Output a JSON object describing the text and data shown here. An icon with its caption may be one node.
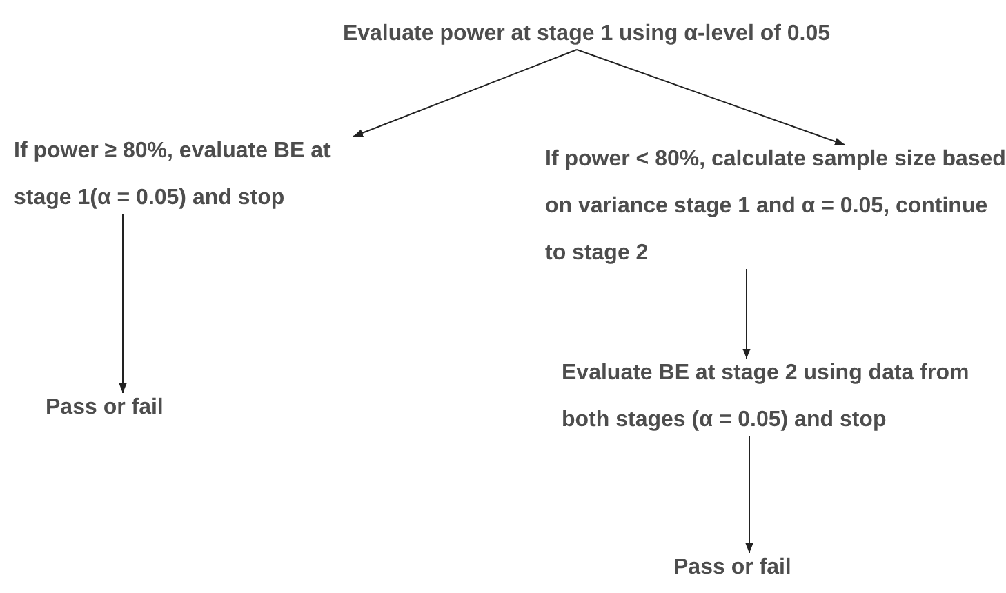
{
  "diagram": {
    "nodes": [
      {
        "text": [
          "Evaluate power at stage 1 using α-level of 0.05"
        ]
      },
      {
        "text": [
          "If power ≥ 80%, evaluate BE at stage 1(α = 0.05) and stop"
        ]
      },
      {
        "text": [
          "If power < 80%, calculate sample size based on variance stage 1 and α = 0.05, continue to stage 2"
        ]
      },
      {
        "text": [
          "Pass or fail"
        ]
      },
      {
        "text": [
          "Evaluate BE at stage 2 using data from both stages (α = 0.05) and stop"
        ]
      },
      {
        "text": [
          "Pass or fail"
        ]
      }
    ],
    "edges": [
      {
        "from": 0,
        "to": 1,
        "arrow": "to"
      },
      {
        "from": 0,
        "to": 2,
        "arrow": "to"
      },
      {
        "from": 1,
        "to": 3,
        "arrow": "to"
      },
      {
        "from": 2,
        "to": 4,
        "arrow": "to"
      },
      {
        "from": 4,
        "to": 5,
        "arrow": "to"
      }
    ]
  }
}
